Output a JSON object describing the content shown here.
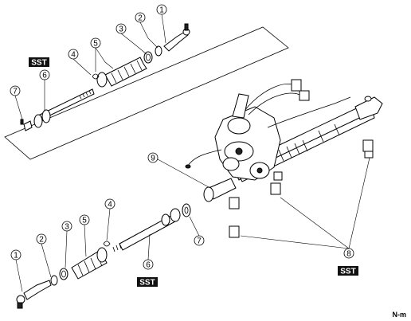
{
  "callouts": {
    "c1_top": "1",
    "c2_top": "2",
    "c3_top": "3",
    "c4_top": "4",
    "c5_top": "5",
    "c6_top": "6",
    "c7_top": "7",
    "c1_bot": "1",
    "c2_bot": "2",
    "c3_bot": "3",
    "c4_bot": "4",
    "c5_bot": "5",
    "c6_bot": "6",
    "c7_bot": "7",
    "c8": "8",
    "c9": "9"
  },
  "sst_labels": {
    "top": "SST",
    "bottom": "SST",
    "right": "SST"
  },
  "figure_code": "N-m"
}
